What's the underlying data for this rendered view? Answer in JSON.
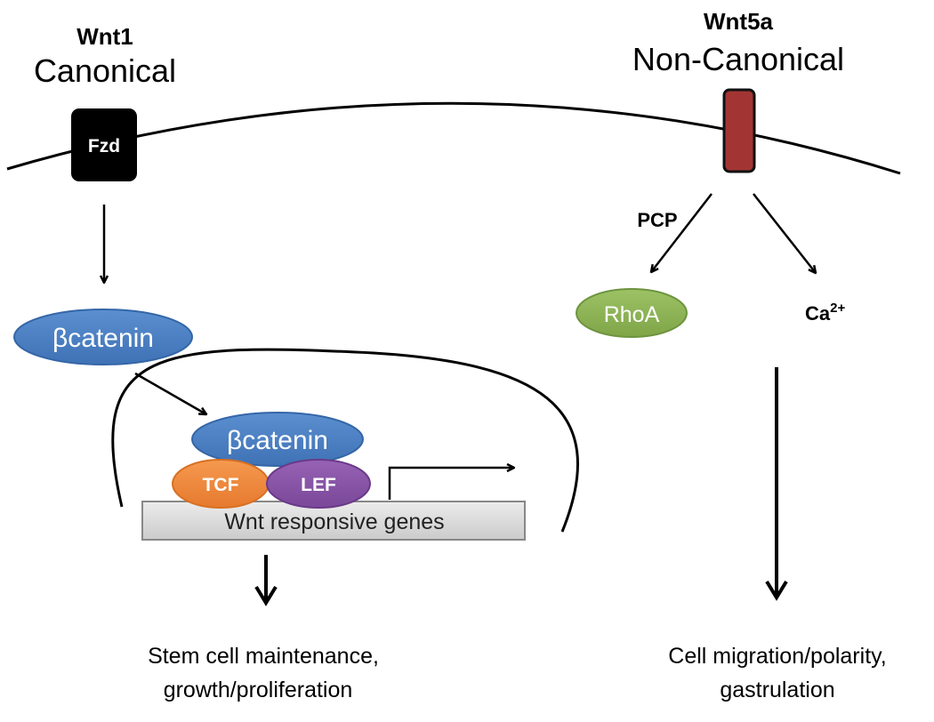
{
  "canonical": {
    "ligand": "Wnt1",
    "pathway": "Canonical",
    "receptor": "Fzd",
    "cytoplasmic_protein": "βcatenin",
    "nuclear_complex": {
      "protein": "βcatenin",
      "factor_1": "TCF",
      "factor_2": "LEF",
      "genes": "Wnt responsive genes"
    },
    "outcome_line_1": "Stem cell maintenance,",
    "outcome_line_2": "growth/proliferation"
  },
  "non_canonical": {
    "ligand": "Wnt5a",
    "pathway": "Non-Canonical",
    "branch_label": "PCP",
    "effector_1": "RhoA",
    "effector_2_base": "Ca",
    "effector_2_superscript": "2+",
    "outcome_line_1": "Cell migration/polarity,",
    "outcome_line_2": "gastrulation"
  },
  "colors": {
    "fzd_receptor": "#000000",
    "wnt5a_receptor": "#a23533",
    "catenin": "#4a7fc1",
    "tcf": "#f0883e",
    "lef": "#8a55a8",
    "rhoa": "#8db355",
    "gene_box": "#d9d9d9"
  }
}
